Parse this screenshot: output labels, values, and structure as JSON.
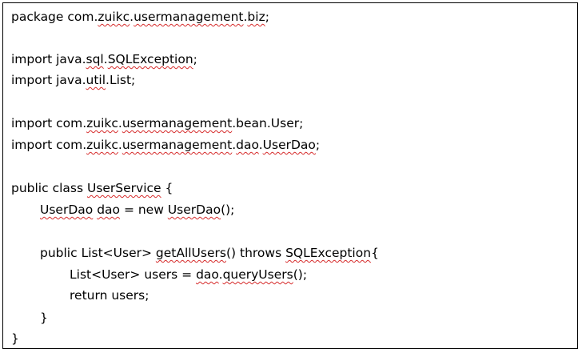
{
  "code": {
    "line_package": [
      {
        "t": "package com."
      },
      {
        "t": "zuikc",
        "sq": true
      },
      {
        "t": "."
      },
      {
        "t": "usermanagement",
        "sq": true
      },
      {
        "t": "."
      },
      {
        "t": "biz",
        "sq": true
      },
      {
        "t": ";"
      }
    ],
    "line_import_sql": [
      {
        "t": "import java."
      },
      {
        "t": "sql",
        "sq": true
      },
      {
        "t": "."
      },
      {
        "t": "SQLException",
        "sq": true
      },
      {
        "t": ";"
      }
    ],
    "line_import_list": [
      {
        "t": "import java."
      },
      {
        "t": "util",
        "sq": true
      },
      {
        "t": ".List;"
      }
    ],
    "line_import_user": [
      {
        "t": "import com."
      },
      {
        "t": "zuikc",
        "sq": true
      },
      {
        "t": "."
      },
      {
        "t": "usermanagement",
        "sq": true
      },
      {
        "t": ".bean.User;"
      }
    ],
    "line_import_dao": [
      {
        "t": "import com."
      },
      {
        "t": "zuikc",
        "sq": true
      },
      {
        "t": "."
      },
      {
        "t": "usermanagement",
        "sq": true
      },
      {
        "t": "."
      },
      {
        "t": "dao",
        "sq": true
      },
      {
        "t": "."
      },
      {
        "t": "UserDao",
        "sq": true
      },
      {
        "t": ";"
      }
    ],
    "line_class": [
      {
        "t": "public class "
      },
      {
        "t": "UserService",
        "sq": true
      },
      {
        "t": " {"
      }
    ],
    "line_field": [
      {
        "t": "UserDao",
        "sq": true
      },
      {
        "t": " "
      },
      {
        "t": "dao",
        "sq": true
      },
      {
        "t": " = new "
      },
      {
        "t": "UserDao",
        "sq": true
      },
      {
        "t": "();"
      }
    ],
    "line_method": [
      {
        "t": "public List<User> "
      },
      {
        "t": "getAllUsers",
        "sq": true
      },
      {
        "t": "() throws "
      },
      {
        "t": "SQLException",
        "sq": true
      },
      {
        "t": "{"
      }
    ],
    "line_users": [
      {
        "t": "List<User> users = "
      },
      {
        "t": "dao",
        "sq": true
      },
      {
        "t": "."
      },
      {
        "t": "queryUsers",
        "sq": true
      },
      {
        "t": "();"
      }
    ],
    "line_return": [
      {
        "t": "return users;"
      }
    ],
    "line_close_method": [
      {
        "t": "}"
      }
    ],
    "line_close_class": [
      {
        "t": "}"
      }
    ]
  }
}
